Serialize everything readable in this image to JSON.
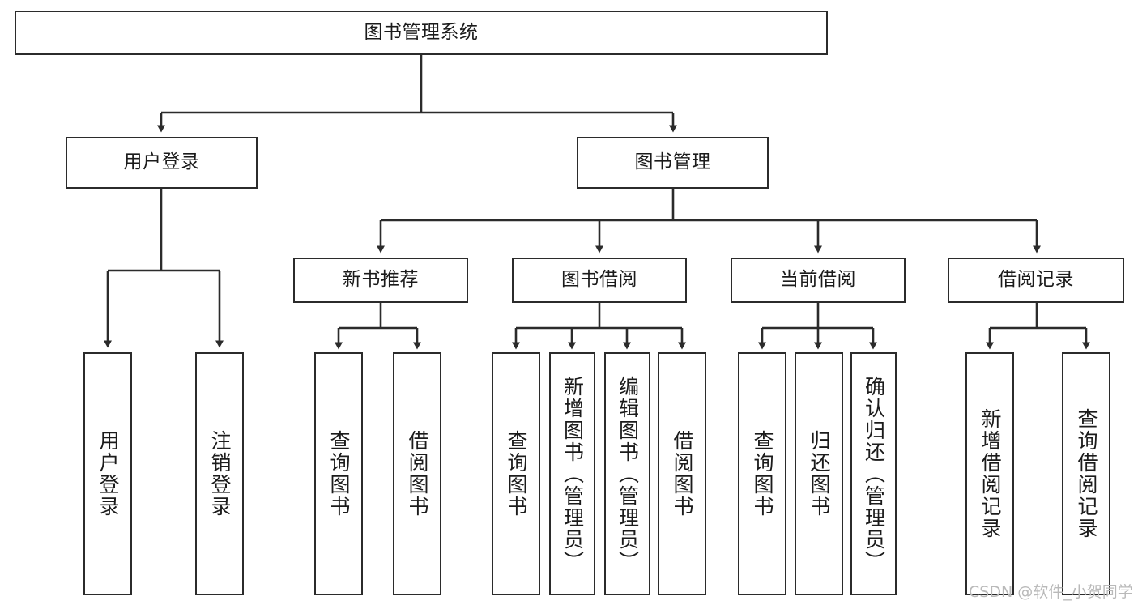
{
  "diagram": {
    "title": "图书管理系统",
    "type": "tree-hierarchy-chart",
    "colors": {
      "box_border": "#2b2b2b",
      "box_fill": "#ffffff",
      "edge": "#2b2b2b",
      "text": "#1b1b1b",
      "watermark": "#b9b9b9",
      "background": "#ffffff"
    }
  },
  "nodes": {
    "root": {
      "label": "图书管理系统"
    },
    "level2": [
      {
        "label": "用户登录"
      },
      {
        "label": "图书管理"
      }
    ],
    "level3": [
      {
        "label": "新书推荐"
      },
      {
        "label": "图书借阅"
      },
      {
        "label": "当前借阅"
      },
      {
        "label": "借阅记录"
      }
    ],
    "leaves": {
      "user_login": [
        {
          "label": "用户登录"
        },
        {
          "label": "注销登录"
        }
      ],
      "new_book_recommend": [
        {
          "label": "查询图书"
        },
        {
          "label": "借阅图书"
        }
      ],
      "book_borrow": [
        {
          "label": "查询图书"
        },
        {
          "label": "新增图书（管理员）"
        },
        {
          "label": "编辑图书（管理员）"
        },
        {
          "label": "借阅图书"
        }
      ],
      "current_borrow": [
        {
          "label": "查询图书"
        },
        {
          "label": "归还图书"
        },
        {
          "label": "确认归还（管理员）"
        }
      ],
      "borrow_record": [
        {
          "label": "新增借阅记录"
        },
        {
          "label": "查询借阅记录"
        }
      ]
    }
  },
  "watermark": {
    "text": "CSDN @软件_小贺同学"
  }
}
